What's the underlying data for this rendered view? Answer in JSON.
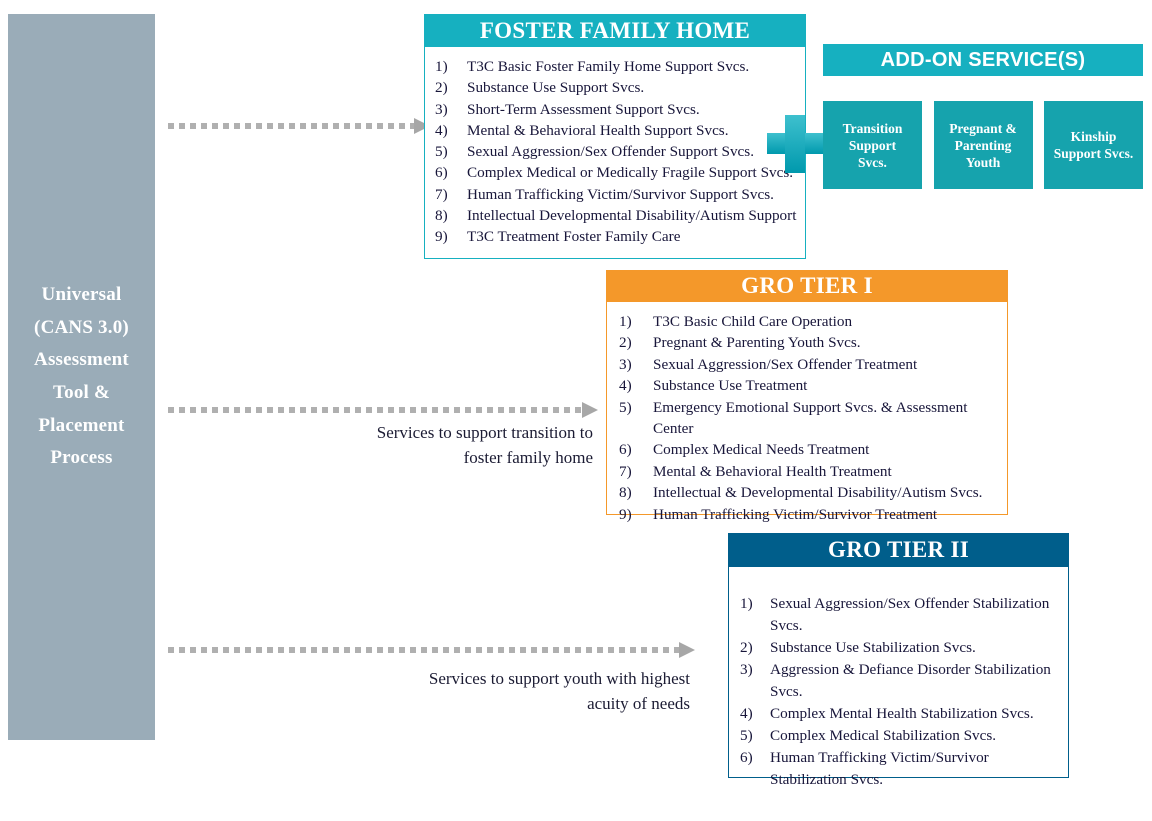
{
  "universal": {
    "lines": [
      "Universal",
      "(CANS 3.0)",
      "Assessment",
      "Tool &",
      "Placement",
      "Process"
    ],
    "color": "#9aacb8"
  },
  "foster_family_home": {
    "title": "FOSTER FAMILY HOME",
    "color": "#16b0c0",
    "items": [
      {
        "num": "1)",
        "label": "T3C Basic Foster Family Home Support Svcs."
      },
      {
        "num": "2)",
        "label": "Substance Use Support Svcs."
      },
      {
        "num": "3)",
        "label": "Short-Term Assessment Support Svcs."
      },
      {
        "num": "4)",
        "label": "Mental & Behavioral Health Support Svcs."
      },
      {
        "num": "5)",
        "label": "Sexual Aggression/Sex Offender Support Svcs."
      },
      {
        "num": "6)",
        "label": "Complex Medical or Medically Fragile Support Svcs."
      },
      {
        "num": "7)",
        "label": "Human Trafficking Victim/Survivor Support Svcs."
      },
      {
        "num": "8)",
        "label": "Intellectual Developmental Disability/Autism Support"
      },
      {
        "num": "9)",
        "label": "T3C Treatment Foster Family Care"
      }
    ]
  },
  "add_on_services": {
    "title": "ADD-ON SERVICE(S)",
    "color": "#16b0c0",
    "card_color": "#16a3ad",
    "cards": [
      {
        "lines": [
          "Transition",
          "Support",
          "Svcs."
        ]
      },
      {
        "lines": [
          "Pregnant &",
          "Parenting",
          "Youth"
        ]
      },
      {
        "lines": [
          "Kinship",
          "Support Svcs."
        ]
      }
    ]
  },
  "plus_connector": {
    "icon": "plus-icon",
    "color": "#16b0c0"
  },
  "gro_tier_1": {
    "title": "GRO TIER I",
    "color": "#f4982a",
    "items": [
      {
        "num": "1)",
        "label": "T3C Basic Child Care Operation"
      },
      {
        "num": "2)",
        "label": "Pregnant & Parenting Youth Svcs."
      },
      {
        "num": "3)",
        "label": "Sexual Aggression/Sex Offender Treatment"
      },
      {
        "num": "4)",
        "label": "Substance Use Treatment"
      },
      {
        "num": "5)",
        "label": "Emergency Emotional Support Svcs. & Assessment Center"
      },
      {
        "num": "6)",
        "label": "Complex Medical Needs Treatment"
      },
      {
        "num": "7)",
        "label": "Mental & Behavioral Health Treatment"
      },
      {
        "num": "8)",
        "label": "Intellectual & Developmental Disability/Autism Svcs."
      },
      {
        "num": "9)",
        "label": "Human Trafficking Victim/Survivor Treatment"
      }
    ]
  },
  "gro_tier_2": {
    "title": "GRO TIER II",
    "color": "#005e8b",
    "items": [
      {
        "num": "1)",
        "label": "Sexual Aggression/Sex Offender Stabilization Svcs."
      },
      {
        "num": "2)",
        "label": "Substance Use Stabilization Svcs."
      },
      {
        "num": "3)",
        "label": "Aggression & Defiance Disorder Stabilization Svcs."
      },
      {
        "num": "4)",
        "label": "Complex Mental Health Stabilization Svcs."
      },
      {
        "num": "5)",
        "label": "Complex Medical Stabilization Svcs."
      },
      {
        "num": "6)",
        "label": "Human Trafficking Victim/Survivor Stabilization Svcs."
      }
    ]
  },
  "arrows": {
    "arrow_1_caption": "",
    "arrow_2_caption_line1": "Services to support transition to",
    "arrow_2_caption_line2": "foster family home",
    "arrow_3_caption_line1": "Services to support youth with highest",
    "arrow_3_caption_line2": "acuity of needs",
    "color": "#b0b0b0"
  }
}
